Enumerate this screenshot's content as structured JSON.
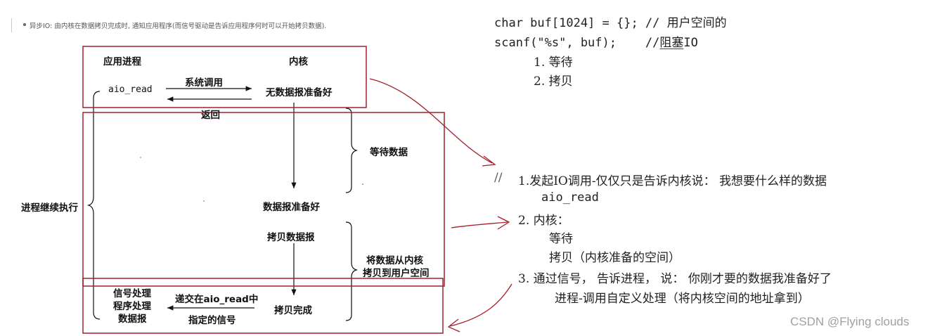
{
  "caption": "异步IO: 由内核在数据拷贝完成时, 通知应用程序(而信号驱动是告诉应用程序何时可以开始拷贝数据).",
  "diagram": {
    "app_header": "应用进程",
    "kernel_header": "内核",
    "syscall": "系统调用",
    "aio_read": "aio_read",
    "no_data": "无数据报准备好",
    "return": "返回",
    "wait_data": "等待数据",
    "data_ready": "数据报准备好",
    "copy_datagram": "拷贝数据报",
    "copy_to_user_1": "将数据从内核",
    "copy_to_user_2": "拷贝到用户空间",
    "process_continues": "进程继续执行",
    "signal_1": "信号处理",
    "signal_2": "程序处理",
    "signal_3": "数据报",
    "deliver_1": "递交在aio_read中",
    "deliver_2": "指定的信号",
    "copy_done": "拷贝完成"
  },
  "code": {
    "line1": "char buf[1024] = {}; // 用户空间的",
    "line2_pre": "scanf(\"%s\", buf);    //",
    "line2_ul": "阻塞",
    "line2_post": "IO",
    "item1": "1. 等待",
    "item2": "2. 拷贝"
  },
  "notes": {
    "n1_prefix": "//",
    "n1": "1.发起IO调用-仅仅只是告诉内核说：  我想要什么样的数据",
    "n1_sub": "aio_read",
    "n2": "2. 内核：",
    "n2_a": "等待",
    "n2_b": "拷贝（内核准备的空间）",
    "n3": "3. 通过信号，  告诉进程，  说：  你刚才要的数据我准备好了",
    "n3_sub": "进程-调用自定义处理（将内核空间的地址拿到）"
  },
  "watermark": "CSDN @Flying  clouds",
  "colors": {
    "annotation": "#a3202c",
    "ink": "#111111"
  }
}
